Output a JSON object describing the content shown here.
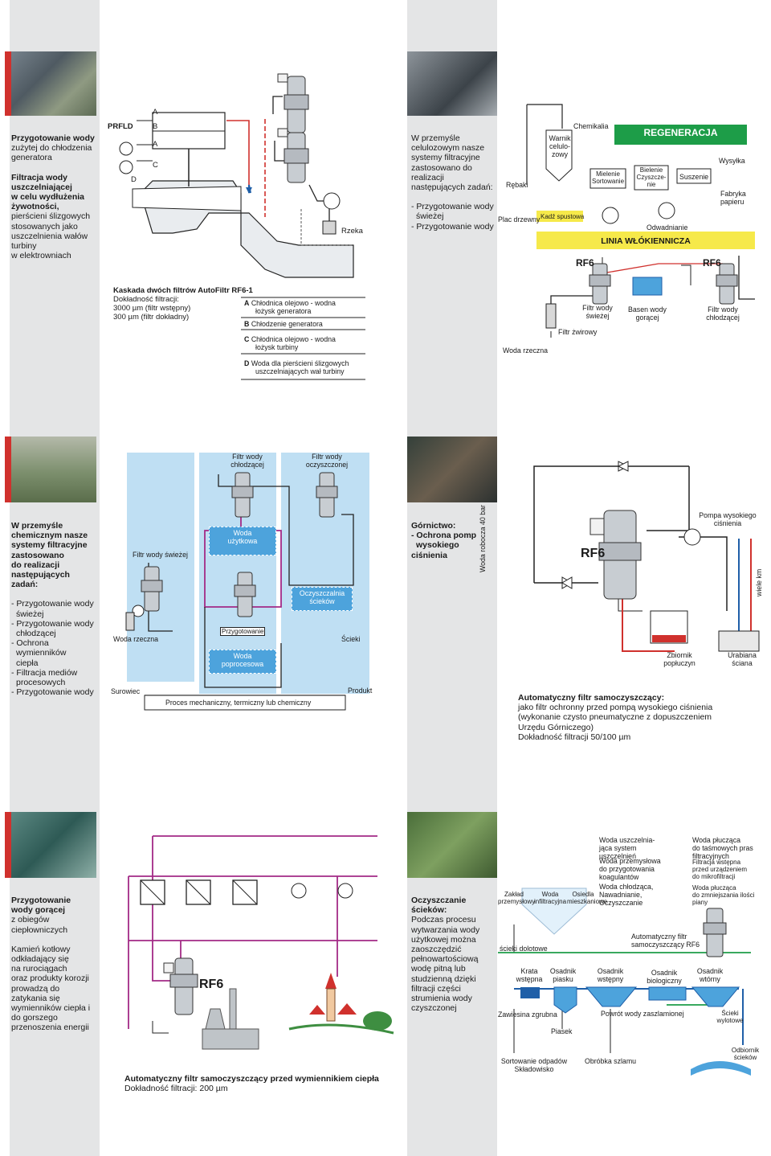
{
  "section1": {
    "left_title": "Przygotowanie wody",
    "left_lines": [
      "zużytej do chłodzenia",
      "generatora",
      "",
      "Filtracja wody",
      "uszczelniającej",
      "w celu wydłużenia",
      "żywotności,",
      "pierścieni ślizgowych",
      "stosowanych jako",
      "uszczelnienia wałów",
      "turbiny",
      "w elektrowniach"
    ],
    "labels": {
      "prfld": "PRFLD",
      "a1": "A",
      "b": "B",
      "a2": "A",
      "c": "C",
      "d": "D",
      "river": "Rzeka"
    },
    "legend_title": "Kaskada dwóch filtrów AutoFiltr RF6-1",
    "legend_lines": [
      "Dokładność filtracji:",
      "3000 µm (filtr wstępny)",
      "300 µm (filtr dokładny)"
    ],
    "legend_items": [
      {
        "key": "A",
        "text1": "Chłodnica olejowo - wodna",
        "text2": "łożysk generatora"
      },
      {
        "key": "B",
        "text1": "Chłodzenie generatora",
        "text2": ""
      },
      {
        "key": "C",
        "text1": "Chłodnica olejowo - wodna",
        "text2": "łożysk turbiny"
      },
      {
        "key": "D",
        "text1": "Woda dla pierścieni ślizgowych",
        "text2": "uszczelniających wał turbiny"
      }
    ]
  },
  "section2": {
    "lines": [
      "W przemyśle",
      "celulozowym nasze",
      "systemy filtracyjne",
      "zastosowano do",
      "realizacji",
      "następujących zadań:",
      "",
      "- Przygotowanie wody",
      "  świeżej",
      "- Przygotowanie wody"
    ],
    "labels": {
      "rebaki": "Rębaki",
      "plac": "Plac drzewny",
      "warnik": "Warnik",
      "celulo": "celulo-",
      "zowy": "zowy",
      "kadz": "Kadź spustowa",
      "chemikalia": "Chemikalia",
      "regeneracja": "REGENERACJA",
      "mielenie": "Mielenie",
      "sortowanie": "Sortowanie",
      "bielenie": "Bielenie",
      "czyszcze": "Czyszcze-",
      "nie": "nie",
      "suszenie": "Suszenie",
      "wysylka": "Wysyłka",
      "fabryka": "Fabryka",
      "papieru": "papieru",
      "odwadnianie": "Odwadnianie",
      "linia": "LINIA WŁÓKIENNICZA",
      "rf6a": "RF6",
      "rf6b": "RF6",
      "woda_rzeczna": "Woda rzeczna",
      "filtr_zwirowy": "Filtr żwirowy",
      "filtr_swiezej1": "Filtr wody",
      "filtr_swiezej2": "świeżej",
      "basen1": "Basen wody",
      "basen2": "gorącej",
      "filtr_chl1": "Filtr wody",
      "filtr_chl2": "chłodzącej"
    }
  },
  "section3": {
    "title_lines": [
      "W przemyśle",
      "chemicznym nasze",
      "systemy filtracyjne",
      "zastosowano",
      "do realizacji",
      "następujących",
      "zadań:"
    ],
    "list_lines": [
      "- Przygotowanie wody",
      "  świeżej",
      "- Przygotowanie wody",
      "  chłodzącej",
      "- Ochrona",
      "  wymienników",
      "  ciepła",
      "- Filtracja mediów",
      "  procesowych",
      "- Przygotowanie wody"
    ],
    "labels": {
      "filtr_chl1": "Filtr wody",
      "filtr_chl2": "chłodzącej",
      "filtr_oczy1": "Filtr wody",
      "filtr_oczy2": "oczyszczonej",
      "filtr_swiezej": "Filtr wody świeżej",
      "woda_uz1": "Woda",
      "woda_uz2": "użytkowa",
      "oczysz1": "Oczyszczalnia",
      "oczysz2": "ścieków",
      "woda_rzeczna": "Woda rzeczna",
      "przygotowanie": "Przygotowanie",
      "scieki": "Ścieki",
      "woda_pro1": "Woda",
      "woda_pro2": "poprocesowa",
      "surowiec": "Surowiec",
      "produkt": "Produkt",
      "proces": "Proces mechaniczny, termiczny lub chemiczny"
    }
  },
  "section4": {
    "title_lines": [
      "Górnictwo:",
      "- Ochrona pomp",
      "  wysokiego",
      "ciśnienia"
    ],
    "labels": {
      "woda_robocza": "Woda robocza 40 bar",
      "rf6": "RF6",
      "pompa1": "Pompa wysokiego",
      "pompa2": "ciśnienia",
      "wiele_km": "wiele km",
      "zbiornik1": "Zbiornik",
      "zbiornik2": "popłuczyn",
      "urabiana1": "Urabiana",
      "urabiana2": "ściana"
    },
    "caption_title": "Automatyczny filtr samoczyszczący:",
    "caption_lines": [
      "jako filtr ochronny przed pompą wysokiego ciśnienia",
      "(wykonanie czysto pneumatyczne z dopuszczeniem",
      "Urzędu Górniczego)",
      "Dokładność filtracji 50/100 µm"
    ]
  },
  "section5": {
    "title_lines": [
      "Przygotowanie",
      "wody gorącej",
      "z obiegów",
      "ciepłowniczych"
    ],
    "body_lines": [
      "Kamień kotłowy",
      "odkładający się",
      "na rurociągach",
      "oraz produkty korozji",
      "prowadzą do",
      "zatykania się",
      "wymienników ciepła i",
      "do gorszego",
      "przenoszenia energii"
    ],
    "rf6": "RF6",
    "caption_title": "Automatyczny filtr samoczyszczący przed wymiennikiem ciepła",
    "caption_line": "Dokładność filtracji: 200 µm"
  },
  "section6": {
    "title_lines": [
      "Oczyszczanie",
      "ścieków:"
    ],
    "body_lines": [
      "Podczas procesu",
      "wytwarzania wody",
      "użytkowej można",
      "zaoszczędzić",
      "pełnowartościową",
      "wodę pitną lub",
      "studzienną dzięki",
      "filtracji części",
      "strumienia wody",
      "czyszczonej"
    ],
    "labels": {
      "uszcz1": "Woda uszczelnia-",
      "uszcz2": "jąca system",
      "uszcz3": "uszczelnień",
      "przem1": "Woda przemysłowa",
      "przem2": "do przygotowania",
      "przem3": "koagulantów",
      "chl1": "Woda chłodząca,",
      "chl2": "Nawadnianie,",
      "chl3": "Oczyszczanie",
      "plucz1": "Woda płucząca",
      "plucz2": "do taśmowych pras",
      "plucz3": "filtracyjnych",
      "filtr1": "Filtracja wstępna",
      "filtr2": "przed urządzeniem",
      "filtr3": "do mikrofiltracji",
      "pluczaca1": "Woda płucząca",
      "pluczaca2": "do zmniejszania ilości piany",
      "zaklad1": "Zakład",
      "zaklad2": "przemysłowy",
      "infil1": "Woda",
      "infil2": "infiltracyjna",
      "osiedla1": "Osiedla",
      "osiedla2": "mieszkaniowe",
      "auto1": "Automatyczny filtr",
      "auto2": "samoczyszczący RF6",
      "scieki_dol": "ścieki dolotowe",
      "krata1": "Krata",
      "krata2": "wstępna",
      "osadnik_p1": "Osadnik",
      "osadnik_p2": "piasku",
      "osadnik_w1": "Osadnik",
      "osadnik_w2": "wstępny",
      "osadnik_b1": "Osadnik",
      "osadnik_b2": "biologiczny",
      "osadnik_wt1": "Osadnik",
      "osadnik_wt2": "wtórny",
      "zawiesina": "Zawiesina zgrubna",
      "powrot": "Powrót wody zaszlamionej",
      "scieki_wyl1": "Ścieki",
      "scieki_wyl2": "wylotowe",
      "piasek": "Piasek",
      "sort1": "Sortowanie odpadów",
      "sort2": "Składowisko",
      "obrobka": "Obróbka szlamu",
      "odbiornik1": "Odbiornik",
      "odbiornik2": "ścieków"
    }
  },
  "colors": {
    "grey_column": "#e4e5e6",
    "blue_panel": "#bfdff3",
    "green": "#1d9d48",
    "yellow": "#f6e94a",
    "red": "#d0312d",
    "purple": "#a32a86",
    "blue_pipe": "#1f5fa8"
  }
}
